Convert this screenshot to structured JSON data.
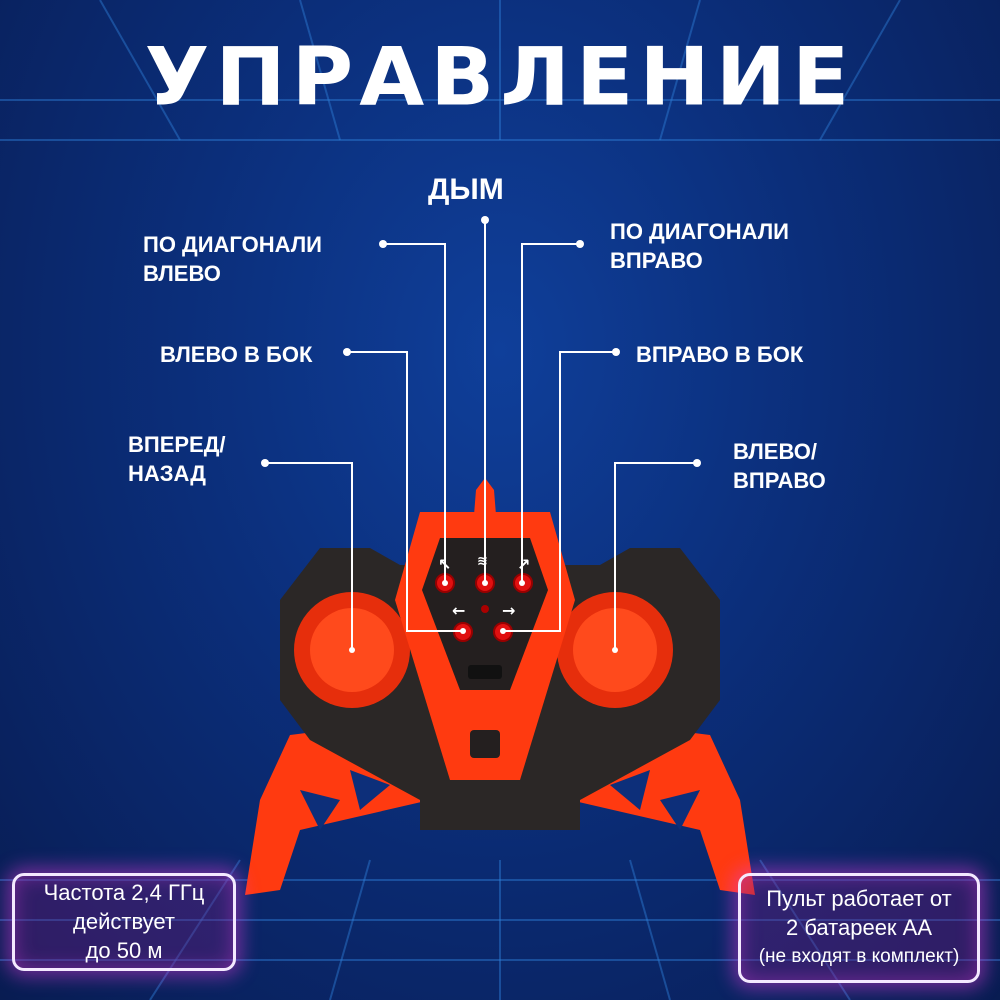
{
  "title": "УПРАВЛЕНИЕ",
  "labels": {
    "smoke": "ДЫМ",
    "diag_left": [
      "ПО ДИАГОНАЛИ",
      "ВЛЕВО"
    ],
    "diag_right": [
      "ПО ДИАГОНАЛИ",
      "ВПРАВО"
    ],
    "side_left": "ВЛЕВО В БОК",
    "side_right": "ВПРАВО В БОК",
    "fwd_back": [
      "ВПЕРЕД/",
      "НАЗАД"
    ],
    "left_right": [
      "ВЛЕВО/",
      "ВПРАВО"
    ]
  },
  "info_left": [
    "Частота 2,4 ГГц",
    "действует",
    "до 50 м"
  ],
  "info_right": [
    "Пульт работает от",
    "2 батареек АА",
    "(не входят в комплект)"
  ],
  "colors": {
    "accent": "#ff3a10",
    "body": "#2b2726",
    "line": "#ffffff"
  }
}
